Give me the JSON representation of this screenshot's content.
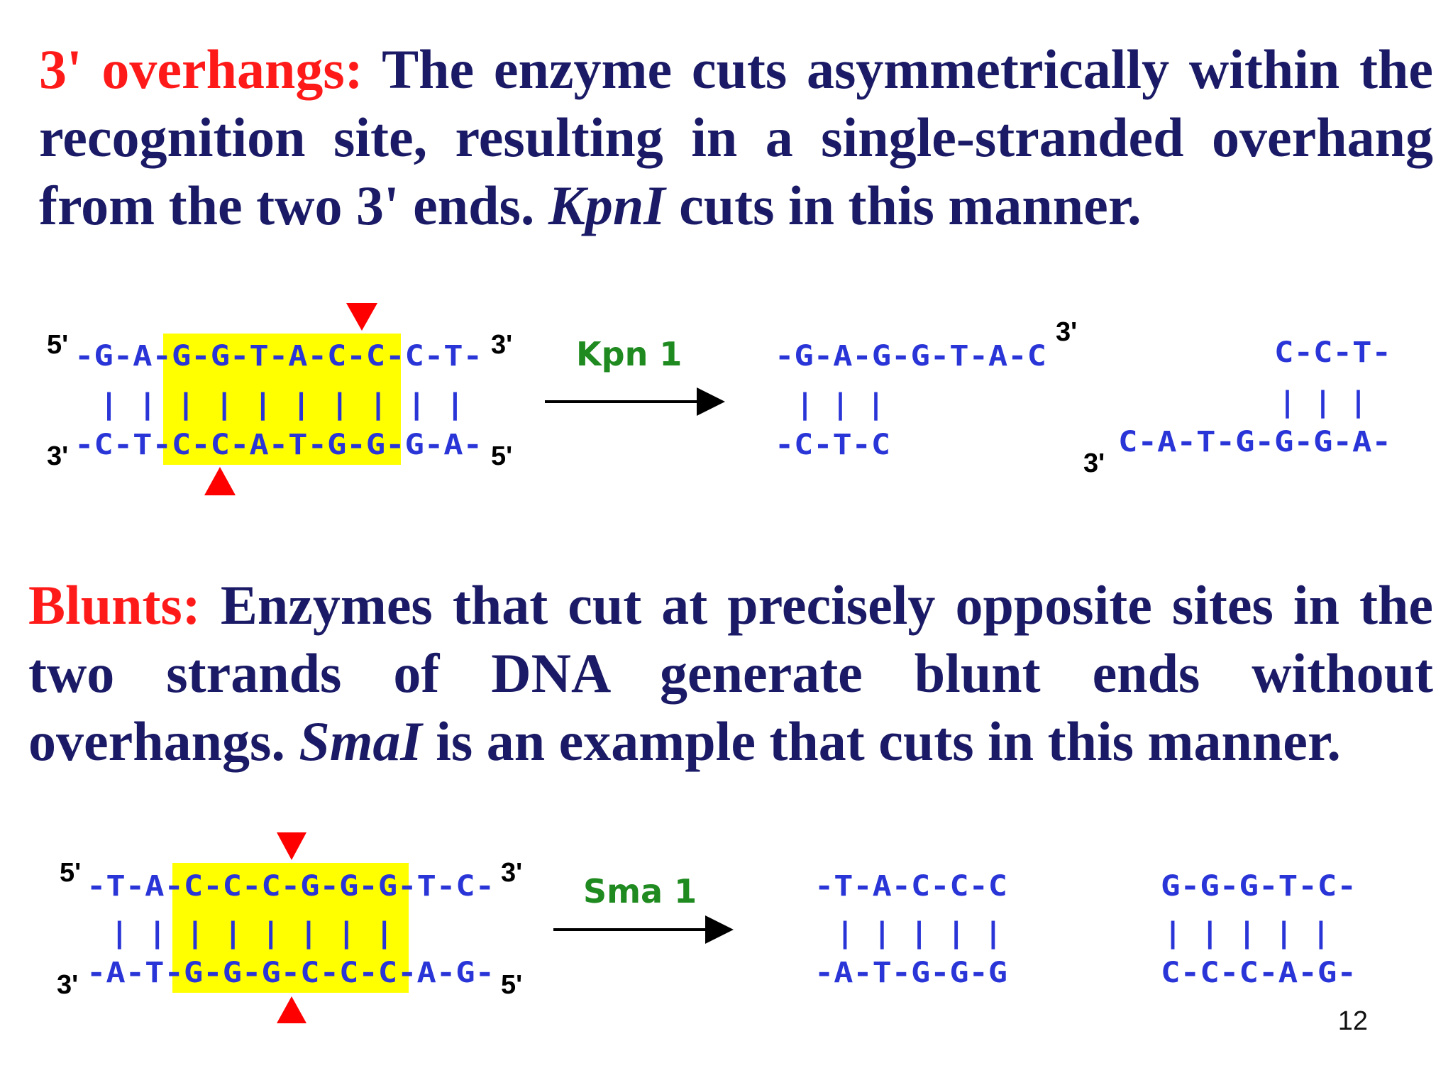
{
  "paragraph1": {
    "heading": "3' overhangs:",
    "text_before": " The enzyme cuts asymmetrically within the recognition site, resulting in a single-stranded overhang from the two 3' ends. ",
    "enzyme": "KpnI",
    "text_after": " cuts in this manner."
  },
  "paragraph2": {
    "heading": "Blunts:",
    "text_before": " Enzymes that cut at precisely opposite sites in the two strands of DNA generate blunt ends without overhangs. ",
    "enzyme": "SmaI",
    "text_after": " is an example that cuts in this manner."
  },
  "kpn": {
    "top_seq": "-G-A-G-G-T-A-C-C-C-T-",
    "pairs": "| | | | | | | | | |",
    "bottom_seq": "-C-T-C-C-A-T-G-G-G-A-",
    "top_5": "5'",
    "top_3": "3'",
    "bot_3": "3'",
    "bot_5": "5'",
    "enzyme_label": "Kpn 1",
    "left_top": "-G-A-G-G-T-A-C",
    "left_top_end": "3'",
    "left_pairs": "| | |",
    "left_bottom": "-C-T-C",
    "right_top": "C-C-T-",
    "right_pairs": "| | |",
    "right_bottom": "C-A-T-G-G-G-A-",
    "right_bottom_end": "3'"
  },
  "sma": {
    "top_seq": "-T-A-C-C-C-G-G-G-T-C-",
    "pairs": "| | | | | | | |",
    "bottom_seq": "-A-T-G-G-G-C-C-C-A-G-",
    "top_5": "5'",
    "top_3": "3'",
    "bot_3": "3'",
    "bot_5": "5'",
    "enzyme_label": "Sma 1",
    "left_top": "-T-A-C-C-C",
    "left_pairs": "| | | | |",
    "left_bottom": "-A-T-G-G-G",
    "right_top": "G-G-G-T-C-",
    "right_pairs": "| | | | |",
    "right_bottom": "C-C-C-A-G-"
  },
  "page_number": "12",
  "colors": {
    "heading": "#ff1a1a",
    "body_text": "#1a1a66",
    "sequence": "#2a35d8",
    "recognition_highlight": "#ffff00",
    "cut_marker": "#ff0000",
    "enzyme_label": "#1f8a1f"
  }
}
